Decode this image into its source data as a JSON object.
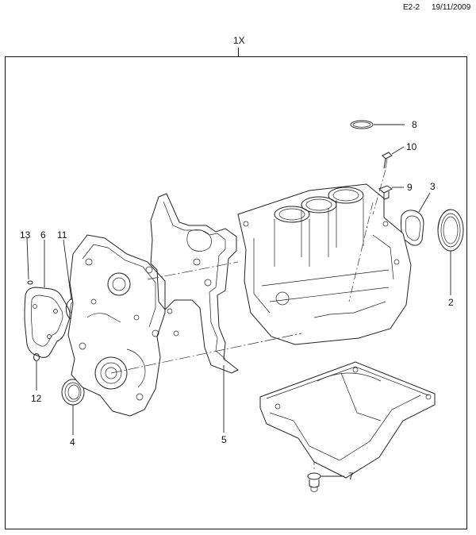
{
  "header": {
    "code": "E2-2",
    "date": "19/11/2009"
  },
  "assembly_label": "1X",
  "callouts": [
    {
      "id": "c8",
      "label": "8"
    },
    {
      "id": "c10",
      "label": "10"
    },
    {
      "id": "c9",
      "label": "9"
    },
    {
      "id": "c3",
      "label": "3"
    },
    {
      "id": "c2",
      "label": "2"
    },
    {
      "id": "c13",
      "label": "13"
    },
    {
      "id": "c6",
      "label": "6"
    },
    {
      "id": "c11",
      "label": "11"
    },
    {
      "id": "c12",
      "label": "12"
    },
    {
      "id": "c4",
      "label": "4"
    },
    {
      "id": "c5",
      "label": "5"
    },
    {
      "id": "c7",
      "label": "7"
    }
  ]
}
